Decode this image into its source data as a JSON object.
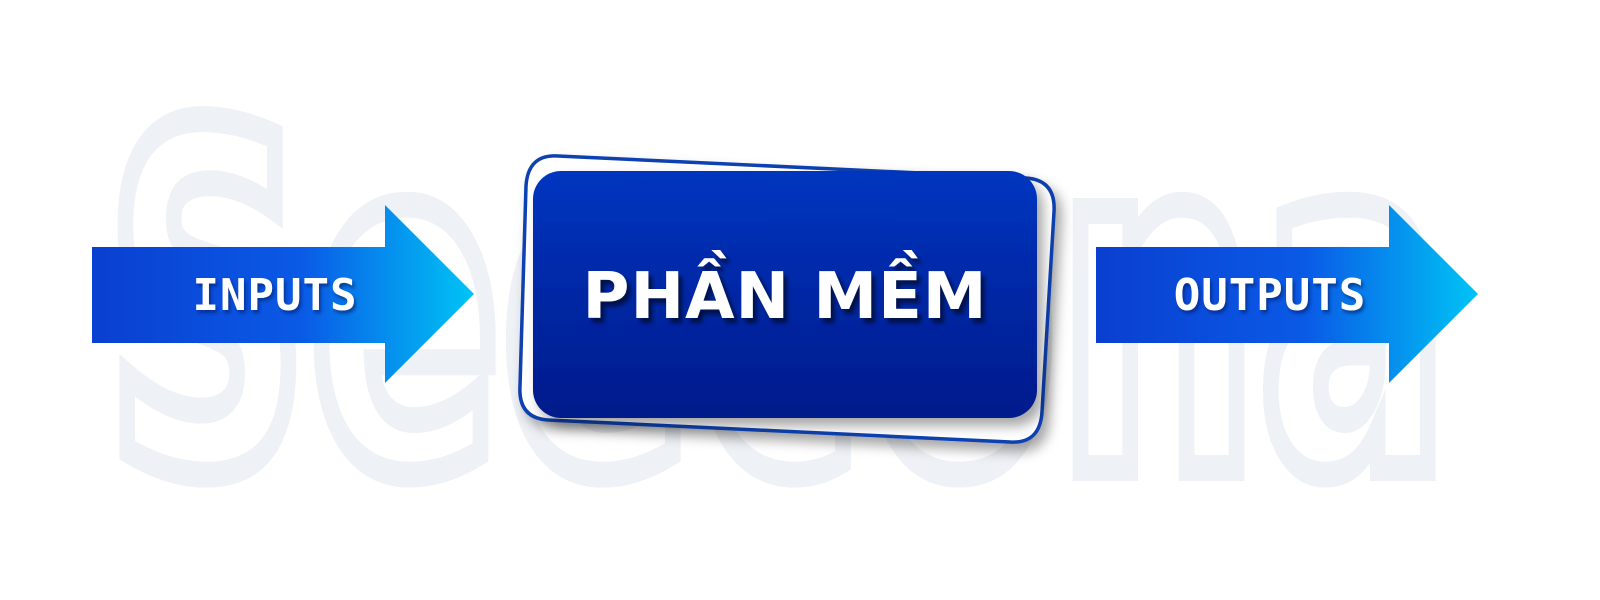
{
  "watermark": {
    "text": "Seecona"
  },
  "flow": {
    "input_label": "INPUTS",
    "center_label": "PHẦN MỀM",
    "output_label": "OUTPUTS"
  },
  "colors": {
    "arrow_start": "#0a3fd0",
    "arrow_end": "#00c4f5",
    "box_top": "#0535c0",
    "box_bottom": "#011a8a",
    "frame": "#0b3fb0",
    "watermark": "#eef1f6"
  }
}
